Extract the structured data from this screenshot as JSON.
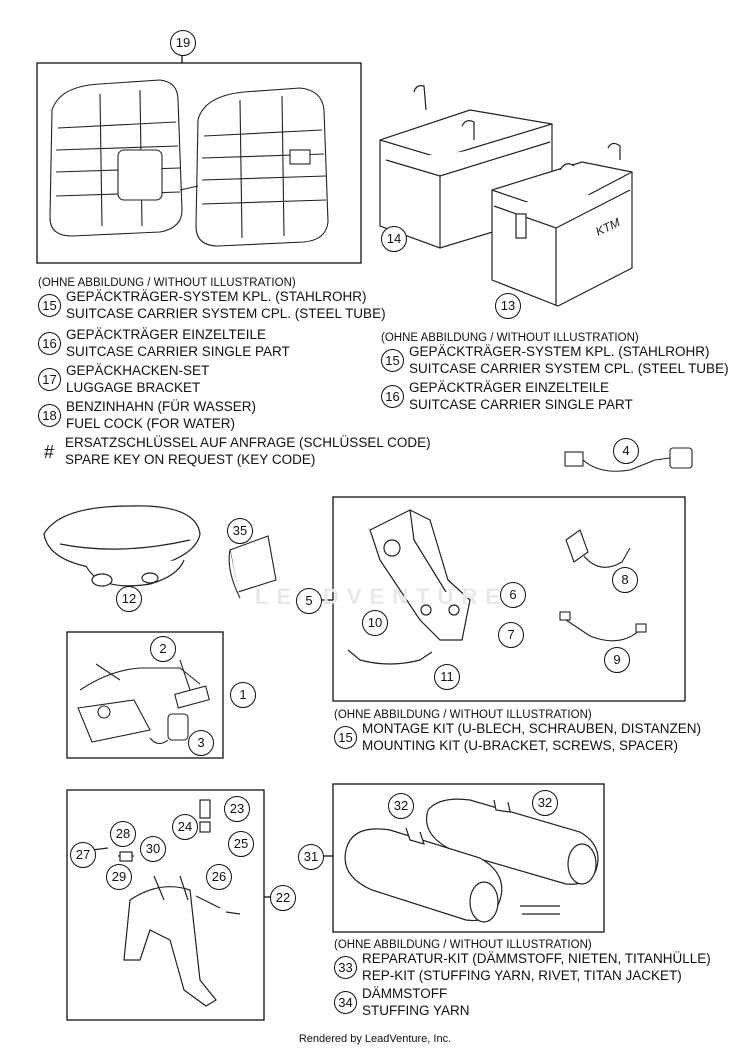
{
  "watermark": "LEADVENTURE",
  "footer": "Rendered by LeadVenture, Inc.",
  "callouts": {
    "c19": "19",
    "c14": "14",
    "c13": "13",
    "c4": "4",
    "c35": "35",
    "c12": "12",
    "c5": "5",
    "c6": "6",
    "c10": "10",
    "c7": "7",
    "c8": "8",
    "c9": "9",
    "c11": "11",
    "c2": "2",
    "c1": "1",
    "c3": "3",
    "c23": "23",
    "c24": "24",
    "c25": "25",
    "c28": "28",
    "c27": "27",
    "c30": "30",
    "c29": "29",
    "c26": "26",
    "c22": "22",
    "c32a": "32",
    "c32b": "32",
    "c31": "31"
  },
  "left_notes": {
    "heading": "(OHNE ABBILDUNG / WITHOUT ILLUSTRATION)",
    "items": [
      {
        "badge": "15",
        "line1": "GEPÄCKTRÄGER-SYSTEM KPL. (STAHLROHR)",
        "line2": "SUITCASE CARRIER SYSTEM CPL. (STEEL TUBE)"
      },
      {
        "badge": "16",
        "line1": "GEPÄCKTRÄGER EINZELTEILE",
        "line2": "SUITCASE CARRIER SINGLE PART"
      },
      {
        "badge": "17",
        "line1": "GEPÄCKHACKEN-SET",
        "line2": "LUGGAGE BRACKET"
      },
      {
        "badge": "18",
        "line1": "BENZINHAHN (FÜR WASSER)",
        "line2": "FUEL COCK (FOR WATER)"
      },
      {
        "badge": "#",
        "line1": "ERSATZSCHLÜSSEL AUF ANFRAGE (SCHLÜSSEL CODE)",
        "line2": "SPARE KEY ON REQUEST (KEY CODE)"
      }
    ]
  },
  "right_notes": {
    "heading": "(OHNE ABBILDUNG / WITHOUT ILLUSTRATION)",
    "items": [
      {
        "badge": "15",
        "line1": "GEPÄCKTRÄGER-SYSTEM KPL. (STAHLROHR)",
        "line2": "SUITCASE CARRIER SYSTEM CPL. (STEEL TUBE)"
      },
      {
        "badge": "16",
        "line1": "GEPÄCKTRÄGER EINZELTEILE",
        "line2": "SUITCASE CARRIER SINGLE PART"
      }
    ]
  },
  "mount_notes": {
    "heading": "(OHNE ABBILDUNG / WITHOUT ILLUSTRATION)",
    "items": [
      {
        "badge": "15",
        "line1": "MONTAGE KIT (U-BLECH, SCHRAUBEN, DISTANZEN)",
        "line2": "MOUNTING KIT (U-BRACKET, SCREWS, SPACER)"
      }
    ]
  },
  "exhaust_notes": {
    "heading": "(OHNE ABBILDUNG / WITHOUT ILLUSTRATION)",
    "items": [
      {
        "badge": "33",
        "line1": "REPARATUR-KIT (DÄMMSTOFF, NIETEN, TITANHÜLLE)",
        "line2": "REP-KIT (STUFFING YARN, RIVET, TITAN JACKET)"
      },
      {
        "badge": "34",
        "line1": "DÄMMSTOFF",
        "line2": "STUFFING YARN"
      }
    ]
  }
}
